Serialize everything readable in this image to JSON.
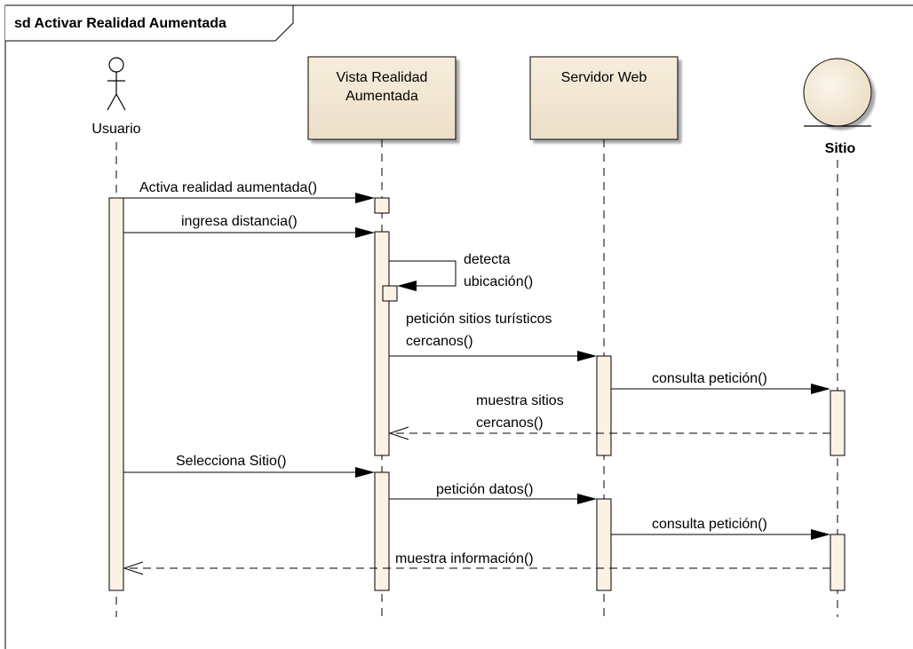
{
  "frame": {
    "title": "sd Activar Realidad Aumentada"
  },
  "lifelines": {
    "usuario": {
      "label": "Usuario",
      "kind": "actor"
    },
    "vista": {
      "label_lines": [
        "Vista Realidad",
        "Aumentada"
      ],
      "kind": "class-box"
    },
    "servidor": {
      "label_lines": [
        "Servidor Web"
      ],
      "kind": "class-box"
    },
    "sitio": {
      "label": "Sitio",
      "kind": "entity"
    }
  },
  "messages": [
    {
      "id": "m1",
      "from": "usuario",
      "to": "vista",
      "type": "sync",
      "label_lines": [
        "Activa realidad aumentada()"
      ]
    },
    {
      "id": "m2",
      "from": "usuario",
      "to": "vista",
      "type": "sync",
      "label_lines": [
        "ingresa distancia()"
      ]
    },
    {
      "id": "m3",
      "from": "vista",
      "to": "vista",
      "type": "self",
      "label_lines": [
        "detecta",
        "ubicación()"
      ]
    },
    {
      "id": "m4",
      "from": "vista",
      "to": "servidor",
      "type": "sync",
      "label_lines": [
        "petición sitios turísticos",
        "cercanos()"
      ]
    },
    {
      "id": "m5",
      "from": "servidor",
      "to": "sitio",
      "type": "sync",
      "label_lines": [
        "consulta petición()"
      ]
    },
    {
      "id": "m6",
      "from": "sitio",
      "to": "vista",
      "type": "return",
      "label_lines": [
        "muestra sitios",
        "cercanos()"
      ]
    },
    {
      "id": "m7",
      "from": "usuario",
      "to": "vista",
      "type": "sync",
      "label_lines": [
        "Selecciona Sitio()"
      ]
    },
    {
      "id": "m8",
      "from": "vista",
      "to": "servidor",
      "type": "sync",
      "label_lines": [
        "petición datos()"
      ]
    },
    {
      "id": "m9",
      "from": "servidor",
      "to": "sitio",
      "type": "sync",
      "label_lines": [
        "consulta petición()"
      ]
    },
    {
      "id": "m10",
      "from": "sitio",
      "to": "usuario",
      "type": "return",
      "label_lines": [
        "muestra información()"
      ]
    }
  ],
  "colors": {
    "box_fill": "#f2e8d6",
    "entity_fill": "#f2e8d6",
    "activation_fill": "#fbf1e4",
    "line": "#000000"
  }
}
